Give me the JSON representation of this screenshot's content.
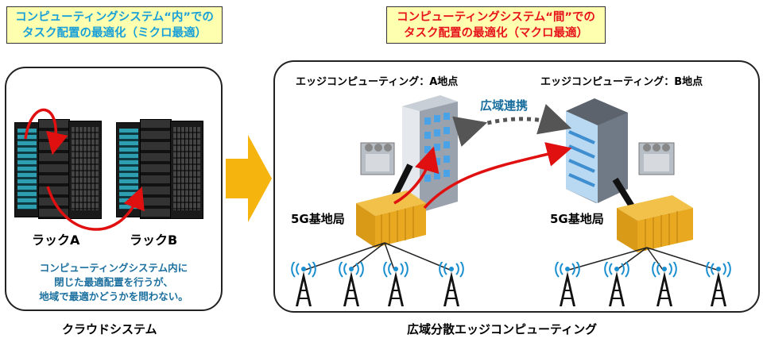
{
  "banners": {
    "micro": {
      "line1": "コンピューティングシステム“内”での",
      "line2": "タスク配置の最適化（ミクロ最適）"
    },
    "macro": {
      "line1": "コンピューティングシステム“間”での",
      "line2": "タスク配置の最適化（マクロ最適）"
    }
  },
  "cloud": {
    "rack_a": "ラックA",
    "rack_b": "ラックB",
    "note1": "コンピューティングシステム内に",
    "note2": "閉じた最適配置を行うが、",
    "note3": "地域で最適かどうかを問わない。",
    "caption": "クラウドシステム"
  },
  "edge": {
    "site_a": "エッジコンピューティング：A地点",
    "site_b": "エッジコンピューティング：B地点",
    "link": "広域連携",
    "base_a": "5G基地局",
    "base_b": "5G基地局",
    "caption": "広域分散エッジコンピューティング"
  },
  "colors": {
    "micro_text": "#1aa0d8",
    "macro_text": "#e8141b",
    "banner_bg": "#ffffb0",
    "arrow": "#f6b40e",
    "flow": "#e01010",
    "tower": "#1a8fd0"
  }
}
